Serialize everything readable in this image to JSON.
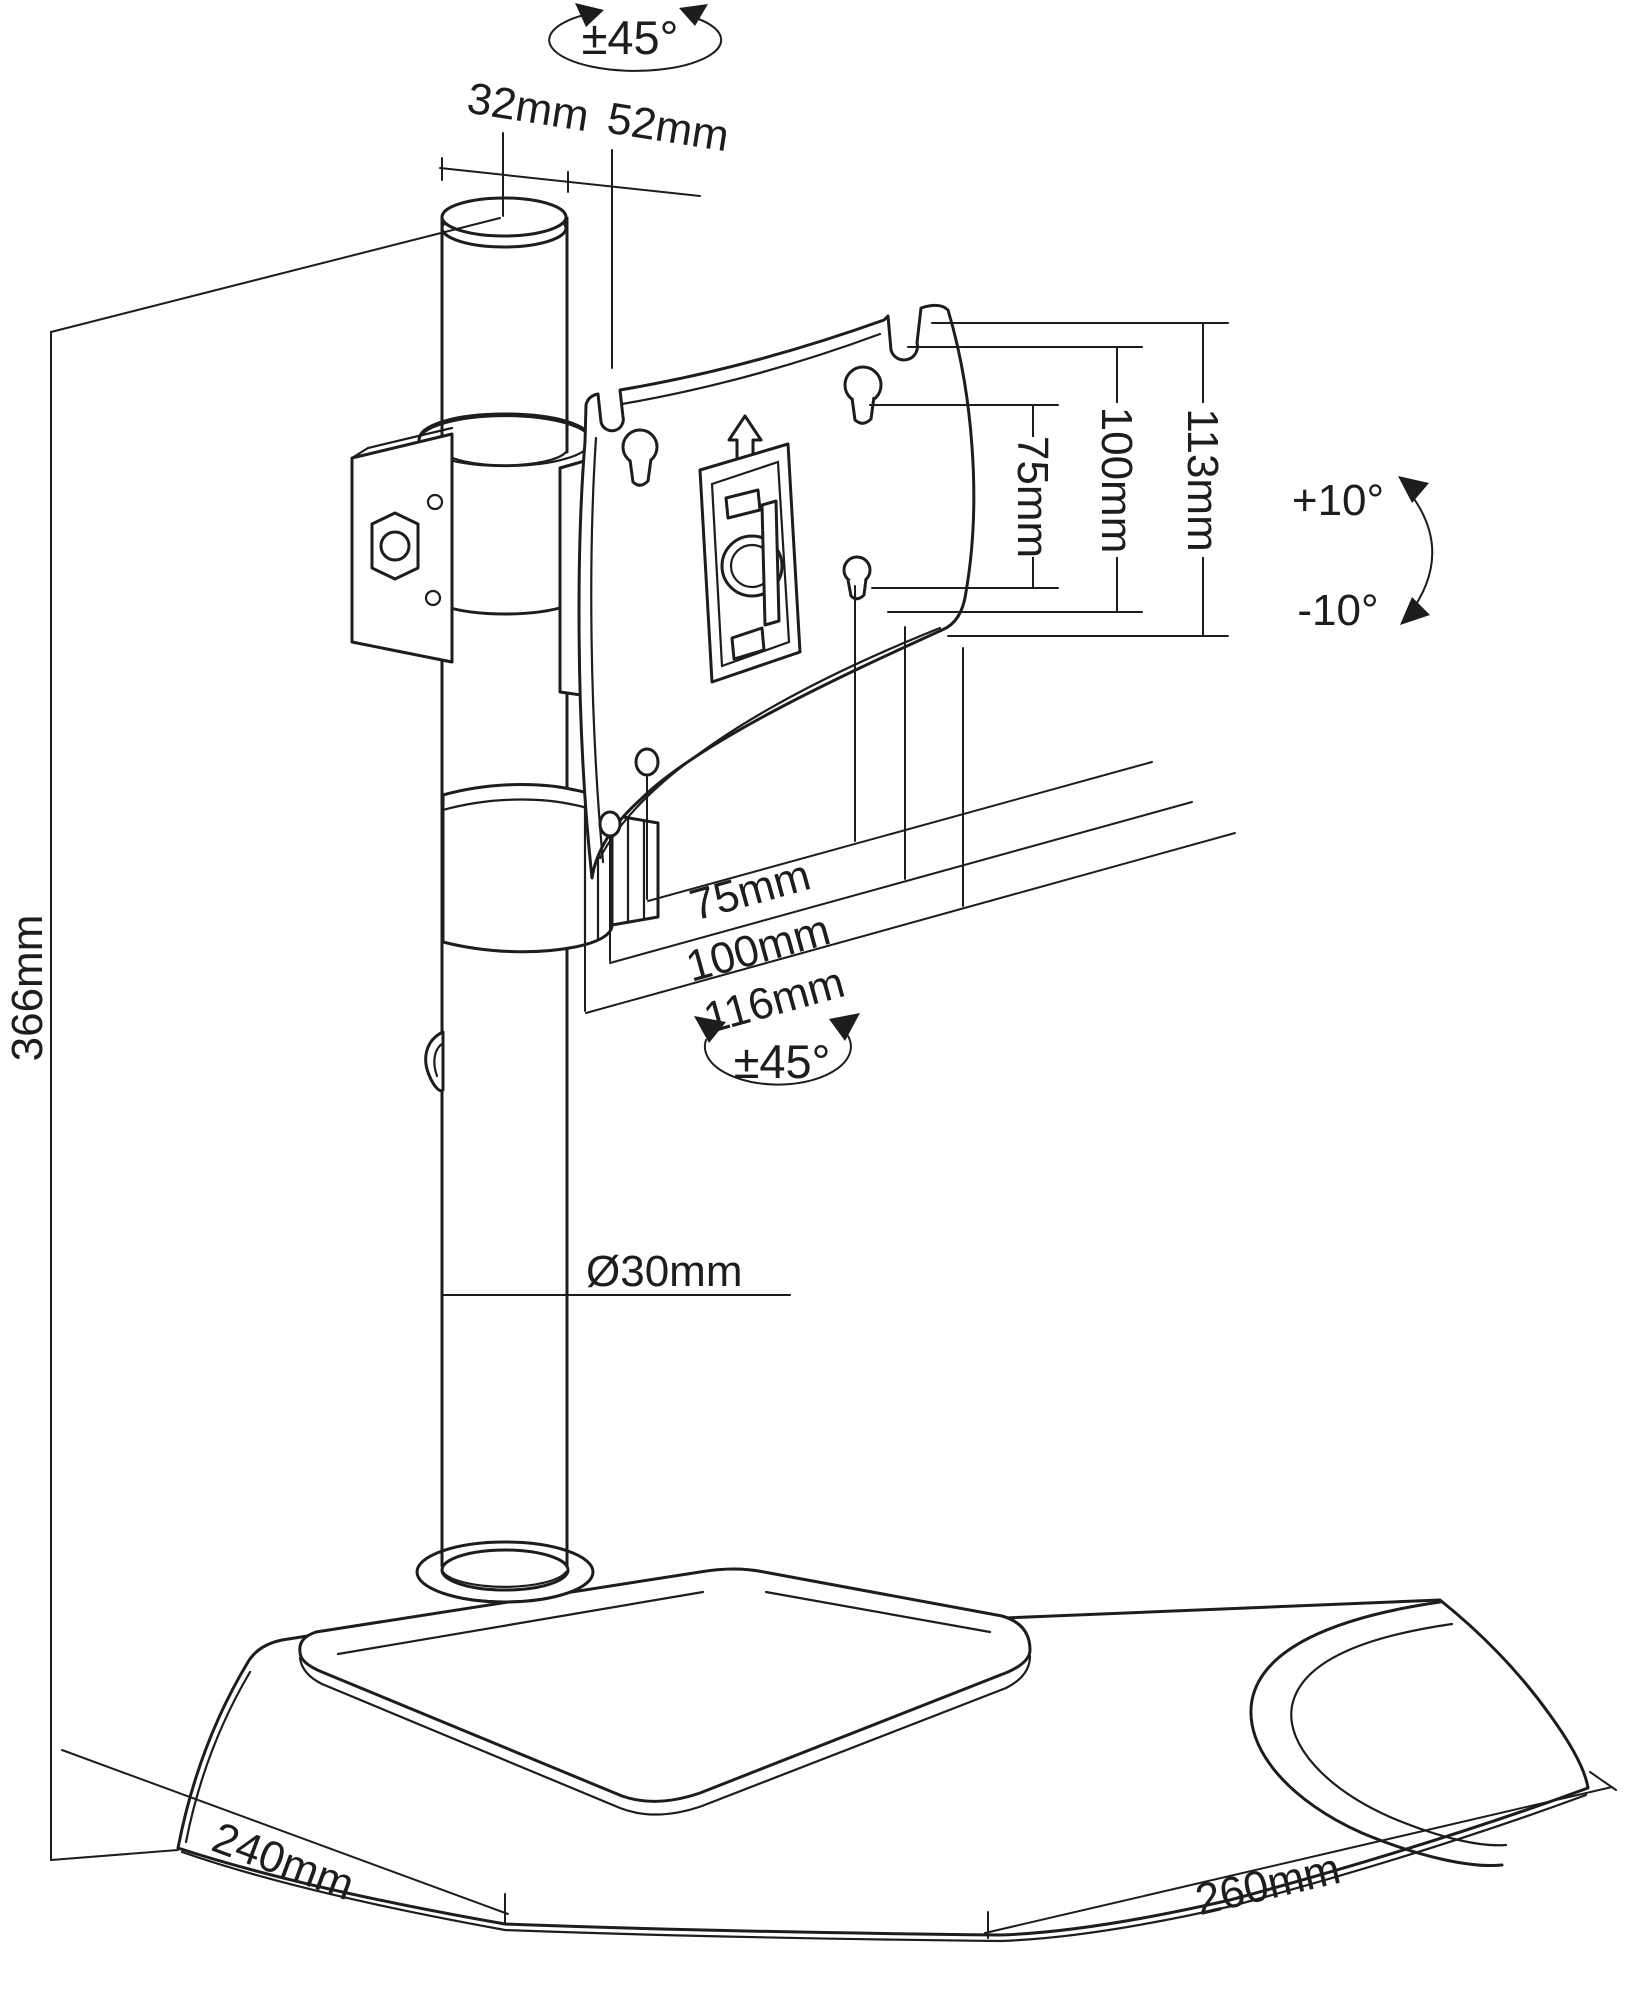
{
  "diagram": {
    "type": "technical-dimension-drawing",
    "subject": "single monitor desk stand with tilting VESA plate",
    "labels": {
      "rotation_top": "±45°",
      "cap_diameter": "32mm",
      "arm_offset": "52mm",
      "vesa_vertical_75": "75mm",
      "vesa_vertical_100": "100mm",
      "plate_height": "113mm",
      "tilt_up": "+10°",
      "tilt_down": "-10°",
      "vesa_horizontal_75": "75mm",
      "vesa_horizontal_100": "100mm",
      "plate_width": "116mm",
      "rotation_vesa": "±45°",
      "pole_diameter": "Ø30mm",
      "stand_height": "366mm",
      "base_depth": "240mm",
      "base_width": "260mm"
    },
    "colors": {
      "line": "#1d1d1f",
      "background": "#ffffff"
    }
  }
}
